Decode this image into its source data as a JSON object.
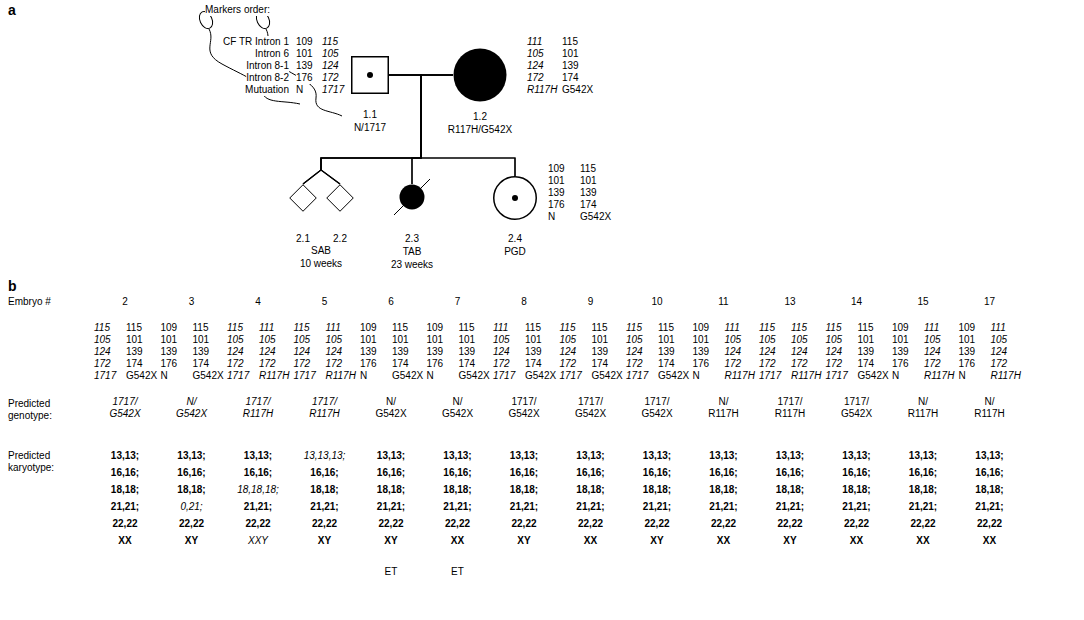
{
  "diagram": {
    "nodes": [
      {
        "text": [
          "1.1",
          "N/1717"
        ]
      },
      {
        "text": [
          "1.2",
          "R117H/G542X"
        ]
      },
      {
        "text": [
          "2.1"
        ]
      },
      {
        "text": [
          "2.2"
        ]
      },
      {
        "text": [
          "2.3",
          "TAB",
          "23 weeks"
        ]
      },
      {
        "text": [
          "2.4",
          "PGD"
        ]
      }
    ],
    "edges": [
      {
        "from": 0,
        "to": 1,
        "arrow": "none"
      },
      {
        "from": 0,
        "to": 2,
        "arrow": "none"
      },
      {
        "from": 1,
        "to": 2,
        "arrow": "none"
      },
      {
        "from": 0,
        "to": 3,
        "arrow": "none"
      },
      {
        "from": 1,
        "to": 3,
        "arrow": "none"
      },
      {
        "from": 0,
        "to": 4,
        "arrow": "none"
      },
      {
        "from": 1,
        "to": 4,
        "arrow": "none"
      },
      {
        "from": 0,
        "to": 5,
        "arrow": "none"
      },
      {
        "from": 1,
        "to": 5,
        "arrow": "none"
      }
    ],
    "labels": [
      "a",
      "b",
      "Markers order:",
      "CF TR Intron 1",
      "Intron 6",
      "Intron 8-1",
      "Intron 8-2",
      "Mutuation",
      "109",
      "115",
      "101",
      "105",
      "139",
      "124",
      "176",
      "172",
      "N",
      "1717",
      "111",
      "115",
      "105",
      "101",
      "124",
      "139",
      "172",
      "174",
      "R117H",
      "G542X",
      "109",
      "115",
      "101",
      "101",
      "139",
      "139",
      "176",
      "174",
      "N",
      "G542X",
      "SAB",
      "10 weeks",
      "Embryo #",
      "Predicted genotype:",
      "Predicted karyotype:",
      "2",
      "115",
      "115",
      "105",
      "101",
      "124",
      "139",
      "172",
      "174",
      "1717",
      "G542X",
      "1717/ G542X",
      "13,13;",
      "16,16;",
      "18,18;",
      "21,21;",
      "22,22",
      "XX",
      "3",
      "109",
      "115",
      "101",
      "101",
      "139",
      "139",
      "176",
      "174",
      "N",
      "G542X",
      "N/ G542X",
      "13,13;",
      "16,16;",
      "18,18;",
      "0,21;",
      "22,22",
      "XY",
      "4",
      "115",
      "111",
      "105",
      "105",
      "124",
      "124",
      "172",
      "172",
      "1717",
      "R117H",
      "1717/ R117H",
      "13,13;",
      "16,16;",
      "18,18,18;",
      "21,21;",
      "22,22",
      "XXY",
      "5",
      "115",
      "111",
      "105",
      "105",
      "124",
      "124",
      "172",
      "172",
      "1717",
      "R117H",
      "1717/ R117H",
      "13,13,13;",
      "16,16;",
      "18,18;",
      "21,21;",
      "22,22",
      "XY",
      "6",
      "109",
      "115",
      "101",
      "101",
      "139",
      "139",
      "176",
      "174",
      "N",
      "G542X",
      "N/ G542X",
      "13,13;",
      "16,16;",
      "18,18;",
      "21,21;",
      "22,22",
      "XY",
      "7",
      "109",
      "115",
      "101",
      "101",
      "139",
      "139",
      "176",
      "174",
      "N",
      "G542X",
      "N/ G542X",
      "13,13;",
      "16,16;",
      "18,18;",
      "21,21;",
      "22,22",
      "XX",
      "8",
      "111",
      "115",
      "105",
      "101",
      "124",
      "139",
      "172",
      "174",
      "1717",
      "G542X",
      "1717/ G542X",
      "13,13;",
      "16,16;",
      "18,18;",
      "21,21;",
      "22,22",
      "XY",
      "9",
      "115",
      "115",
      "105",
      "101",
      "124",
      "139",
      "172",
      "174",
      "1717",
      "G542X",
      "1717/ G542X",
      "13,13;",
      "16,16;",
      "18,18;",
      "21,21;",
      "22,22",
      "XX",
      "10",
      "115",
      "115",
      "105",
      "101",
      "124",
      "139",
      "172",
      "174",
      "1717",
      "G542X",
      "1717/ G542X",
      "13,13;",
      "16,16;",
      "18,18;",
      "21,21;",
      "22,22",
      "XY",
      "11",
      "109",
      "111",
      "101",
      "105",
      "139",
      "124",
      "176",
      "172",
      "N",
      "R117H",
      "N/ R117H",
      "13,13;",
      "16,16;",
      "18,18;",
      "21,21;",
      "22,22",
      "XX",
      "13",
      "115",
      "115",
      "105",
      "105",
      "124",
      "124",
      "172",
      "172",
      "1717",
      "R117H",
      "1717/ R117H",
      "13,13;",
      "16,16;",
      "18,18;",
      "21,21;",
      "22,22",
      "XY",
      "14",
      "115",
      "115",
      "105",
      "101",
      "124",
      "139",
      "172",
      "174",
      "1717",
      "G542X",
      "1717/ G542X",
      "13,13;",
      "16,16;",
      "18,18;",
      "21,21;",
      "22,22",
      "XX",
      "15",
      "109",
      "111",
      "101",
      "105",
      "139",
      "124",
      "176",
      "172",
      "N",
      "R117H",
      "N/ R117H",
      "13,13;",
      "16,16;",
      "18,18;",
      "21,21;",
      "22,22",
      "XX",
      "17",
      "109",
      "111",
      "101",
      "105",
      "139",
      "124",
      "176",
      "172",
      "N",
      "R117H",
      "N/ R117H",
      "13,13;",
      "16,16;",
      "18,18;",
      "21,21;",
      "22,22",
      "XX",
      "ET",
      "ET"
    ]
  }
}
